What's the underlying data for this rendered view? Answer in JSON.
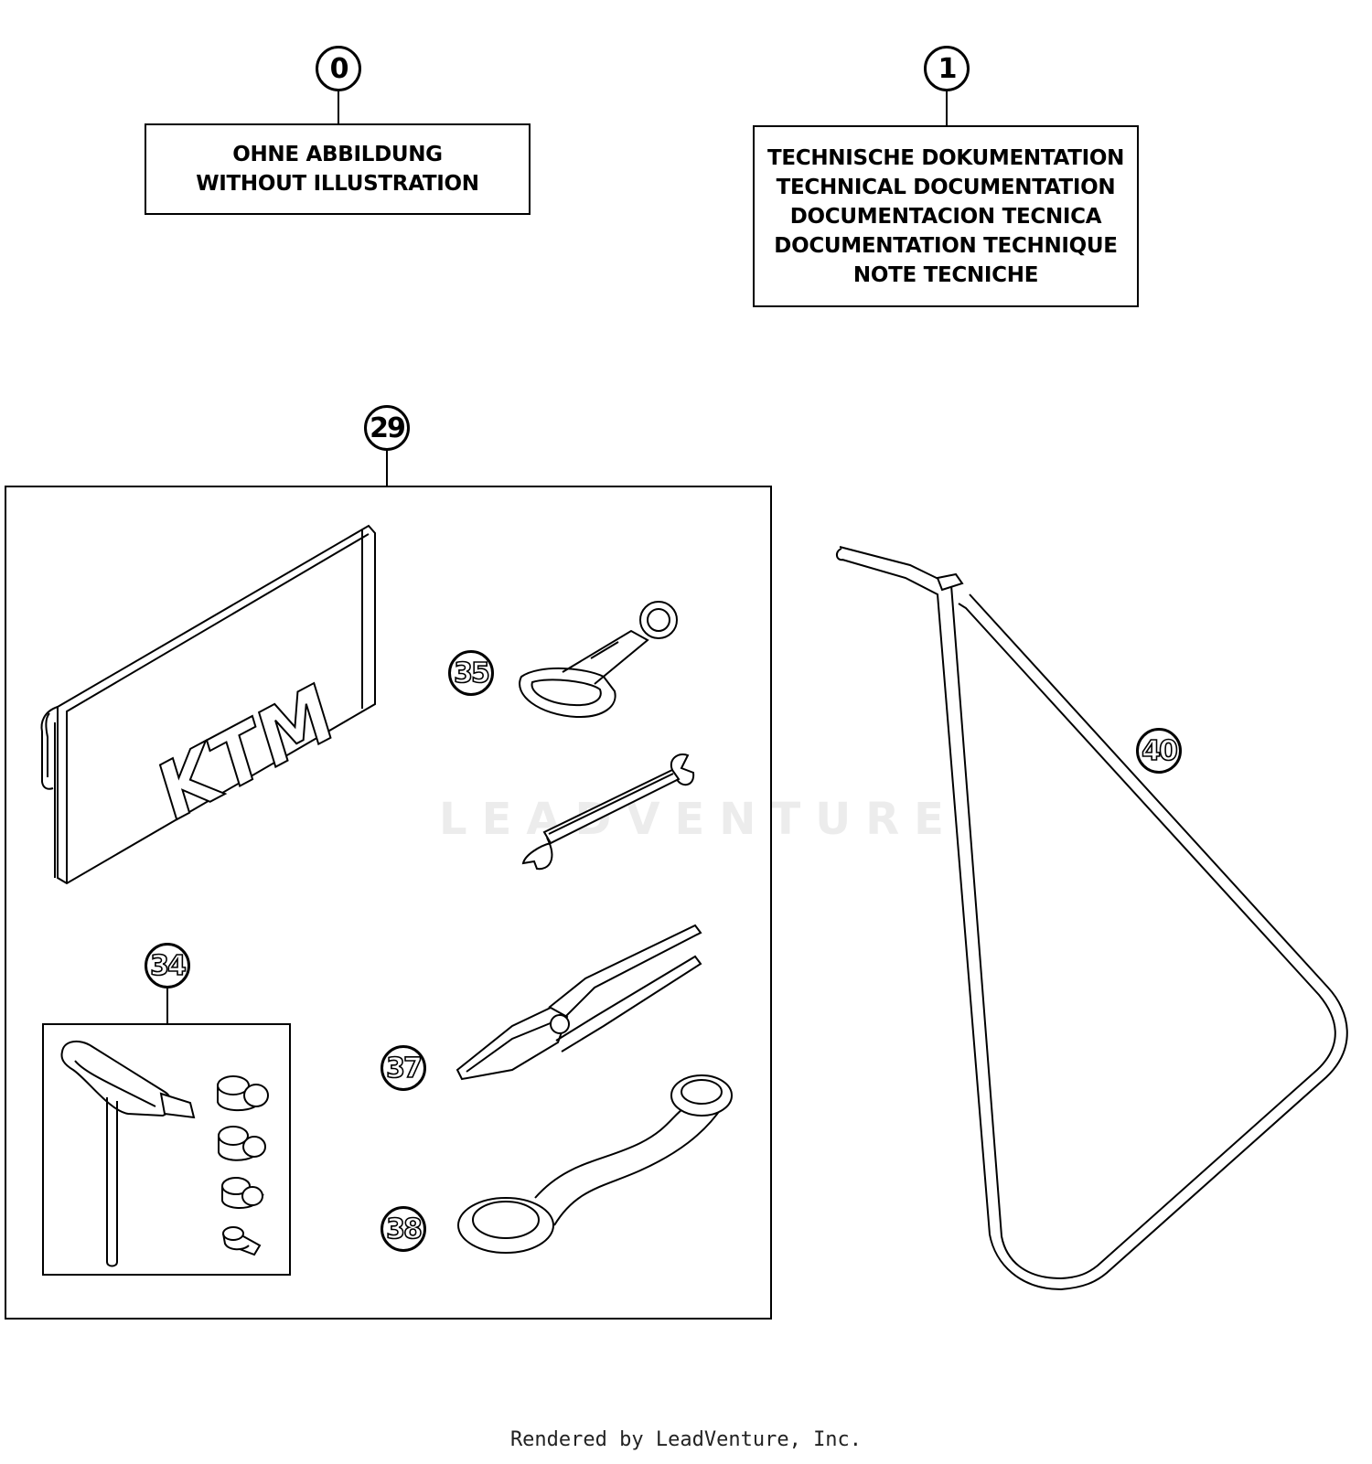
{
  "callouts": {
    "c0": "0",
    "c1": "1",
    "c29": "29",
    "c34": "34",
    "c35": "35",
    "c37": "37",
    "c38": "38",
    "c40": "40"
  },
  "label_box_0": {
    "line1": "OHNE ABBILDUNG",
    "line2": "WITHOUT ILLUSTRATION"
  },
  "label_box_1": {
    "line1": "TECHNISCHE DOKUMENTATION",
    "line2": "TECHNICAL DOCUMENTATION",
    "line3": "DOCUMENTACION TECNICA",
    "line4": "DOCUMENTATION TECHNIQUE",
    "line5": "NOTE TECNICHE"
  },
  "tool_bag_logo": "KTM",
  "watermark": "LEADVENTURE",
  "footer": "Rendered by LeadVenture, Inc."
}
